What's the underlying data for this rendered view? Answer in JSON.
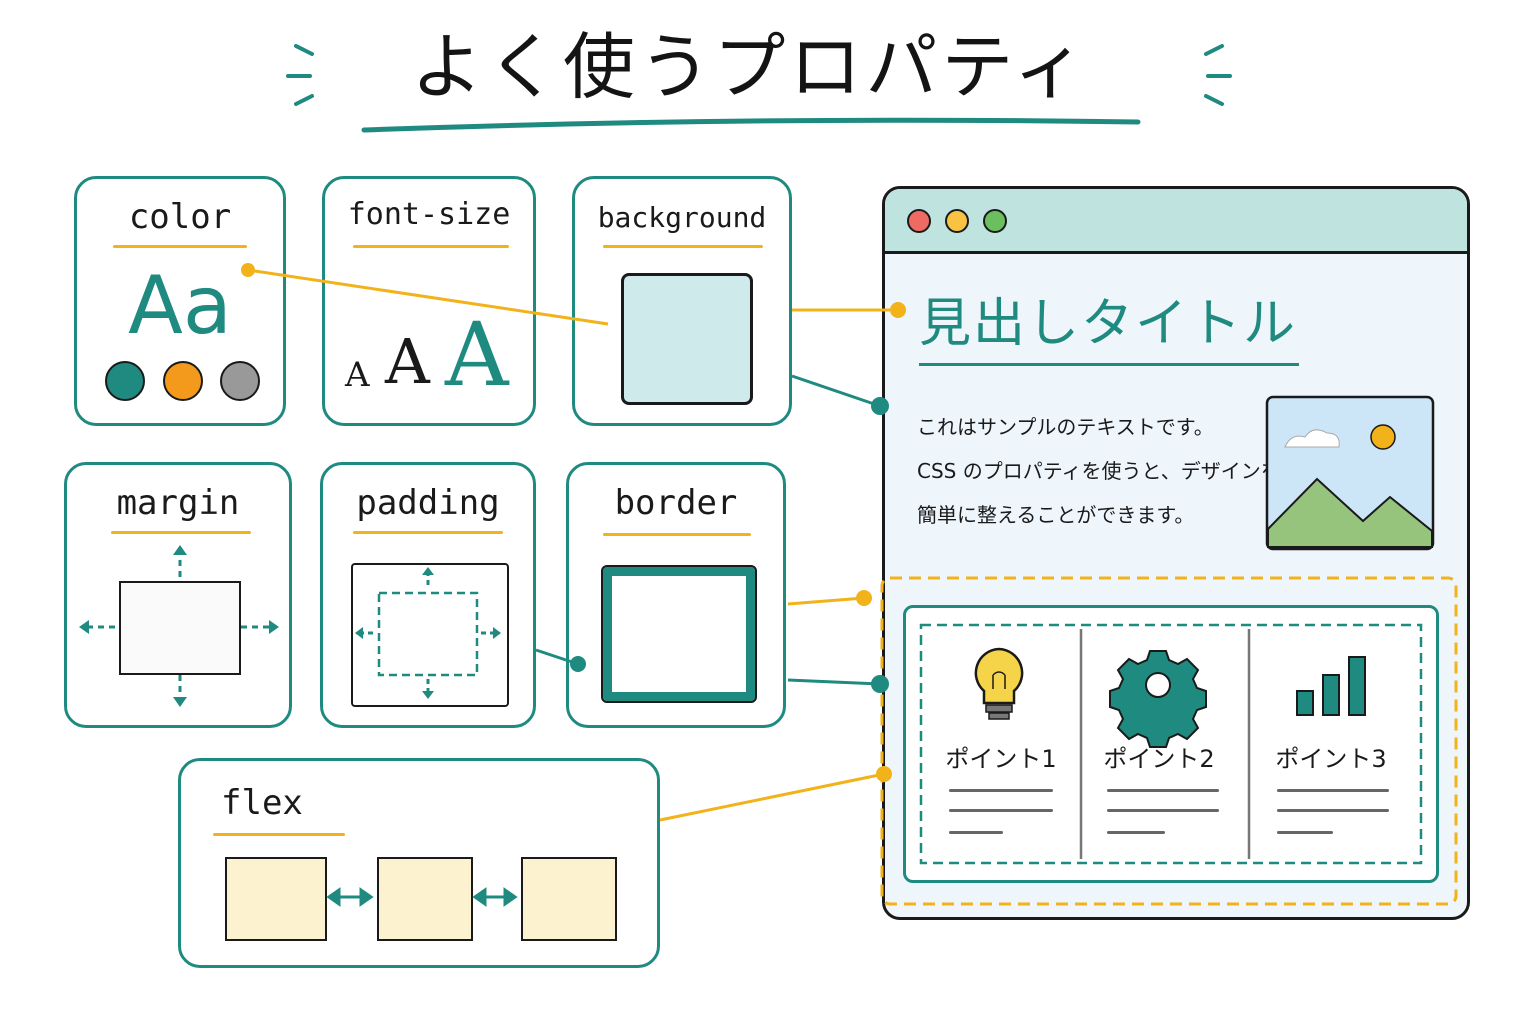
{
  "title": "よく使うプロパティ",
  "cards": {
    "color": "color",
    "font_size": "font-size",
    "background": "background",
    "margin": "margin",
    "padding": "padding",
    "border": "border",
    "flex": "flex"
  },
  "color_sample": {
    "text": "Aa",
    "swatches": [
      "#1f8a80",
      "#f39a1c",
      "#999999"
    ]
  },
  "font_size_sample": [
    "A",
    "A",
    "A"
  ],
  "browser": {
    "heading": "見出しタイトル",
    "paragraph": [
      "これはサンプルのテキストです。",
      "CSS のプロパティを使うと、デザインを",
      "簡単に整えることができます。"
    ],
    "points": [
      "ポイント1",
      "ポイント2",
      "ポイント3"
    ]
  },
  "colors": {
    "teal": "#1f8a80",
    "yellow": "#f2b21a",
    "browser_bar": "#bfe3df",
    "background_box": "#cfeaea",
    "flex_box": "#fdf2d0"
  },
  "icons": [
    "lightbulb-icon",
    "gear-icon",
    "bar-chart-icon",
    "landscape-image-icon"
  ]
}
